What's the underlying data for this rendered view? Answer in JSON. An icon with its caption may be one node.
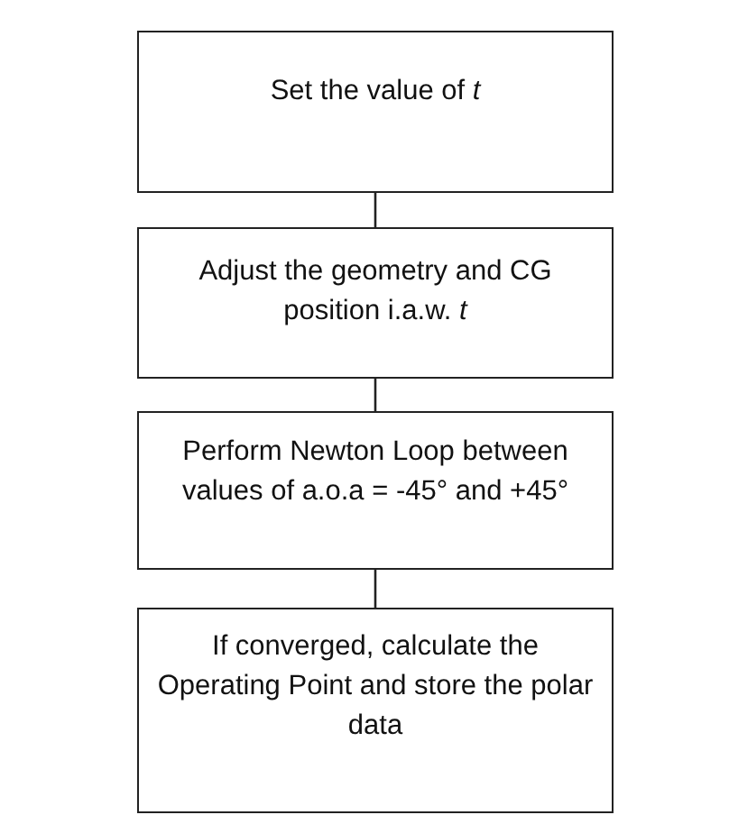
{
  "diagram": {
    "nodes": [
      {
        "text": [
          "Set the value of *t*"
        ]
      },
      {
        "text": [
          "Adjust the geometry and CG position i.a.w. *t*"
        ]
      },
      {
        "text": [
          "Perform Newton Loop between values of a.o.a = -45° and +45°"
        ]
      },
      {
        "text": [
          "If converged, calculate the Operating Point and store the polar data"
        ]
      }
    ],
    "edges": [
      {
        "from": 0,
        "to": 1,
        "arrow": "none"
      },
      {
        "from": 1,
        "to": 2,
        "arrow": "none"
      },
      {
        "from": 2,
        "to": 3,
        "arrow": "none"
      }
    ]
  }
}
